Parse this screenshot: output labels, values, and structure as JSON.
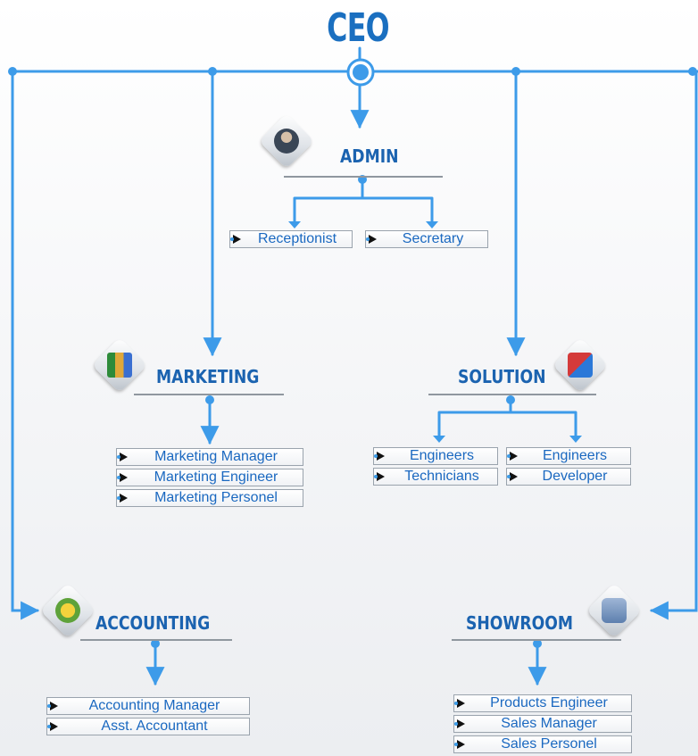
{
  "ceo": {
    "label": "CEO"
  },
  "departments": {
    "admin": {
      "label": "ADMIN",
      "icon": "person-icon",
      "roles": [
        "Receptionist",
        "Secretary"
      ]
    },
    "marketing": {
      "label": "MARKETING",
      "icon": "chart-icon",
      "roles": [
        "Marketing Manager",
        "Marketing Engineer",
        "Marketing Personel"
      ]
    },
    "solution": {
      "label": "SOLUTION",
      "icon": "cubes-icon",
      "roles": [
        "Engineers",
        "Technicians",
        "Engineers",
        "Developer"
      ]
    },
    "accounting": {
      "label": "ACCOUNTING",
      "icon": "coins-icon",
      "roles": [
        "Accounting Manager",
        "Asst. Accountant"
      ]
    },
    "showroom": {
      "label": "SHOWROOM",
      "icon": "server-icon",
      "roles": [
        "Products Engineer",
        "Sales Manager",
        "Sales Personel"
      ]
    }
  },
  "colors": {
    "line": "#3d9be9",
    "title": "#1a6fc0",
    "label": "#1b63b0",
    "role_text": "#1a68c0"
  }
}
